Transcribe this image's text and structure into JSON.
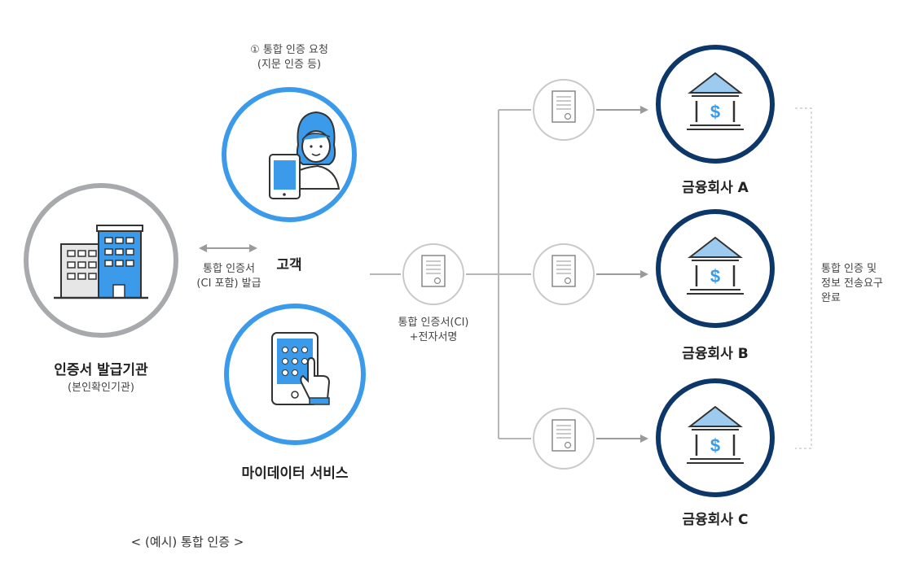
{
  "step1": {
    "line1": "① 통합 인증 요청",
    "line2": "(지문 인증 등)"
  },
  "issuer": {
    "name": "인증서 발급기관",
    "sub": "(본인확인기관)"
  },
  "customer": {
    "name": "고객"
  },
  "mydata": {
    "name": "마이데이터 서비스"
  },
  "issue_label": {
    "line1": "통합 인증서",
    "line2": "(CI 포함) 발급"
  },
  "cert_label": {
    "line1": "통합 인증서(CI)",
    "line2": "+전자서명"
  },
  "finance": [
    {
      "name": "금융회사 A"
    },
    {
      "name": "금융회사 B"
    },
    {
      "name": "금융회사 C"
    }
  ],
  "complete": {
    "line1": "통합 인증 및",
    "line2": "정보 전송요구",
    "line3": "완료"
  },
  "caption": "< (예시) 통합 인증 >",
  "colors": {
    "light_blue": "#3b9bea",
    "navy": "#0d3768",
    "gray_ring": "#a7a9ac",
    "line": "#b5b5b5"
  }
}
